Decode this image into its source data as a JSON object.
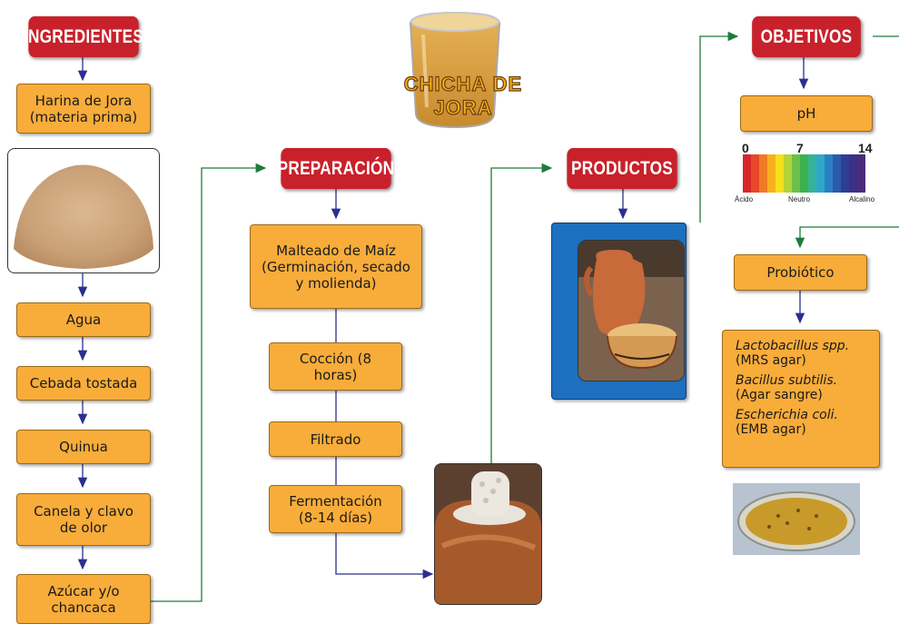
{
  "title": "CHICHA DE JORA",
  "headers": {
    "ingredientes": "INGREDIENTES",
    "preparacion": "PREPARACIÓN",
    "productos": "PRODUCTOS",
    "objetivos": "OBJETIVOS"
  },
  "ingredientes": {
    "harina": "Harina de Jora (materia prima)",
    "agua": "Agua",
    "cebada": "Cebada tostada",
    "quinua": "Quinua",
    "canela": "Canela y clavo de olor",
    "azucar": "Azúcar y/o chancaca"
  },
  "preparacion": {
    "malteado": "Malteado de Maíz (Germinación, secado y molienda)",
    "coccion": "Cocción (8 horas)",
    "filtrado": "Filtrado",
    "fermentacion": "Fermentación (8-14 días)"
  },
  "objetivos": {
    "ph": "pH",
    "ph_scale": {
      "min": "0",
      "mid": "7",
      "max": "14",
      "acid": "Ácido",
      "neutral": "Neutro",
      "alkaline": "Alcalino"
    },
    "probiotico": "Probiótico",
    "bacteria": [
      {
        "name": "Lactobacillus spp.",
        "medium": "(MRS agar)"
      },
      {
        "name": "Bacillus subtilis.",
        "medium": "(Agar sangre)"
      },
      {
        "name": "Escherichia coli.",
        "medium": "(EMB agar)"
      }
    ]
  },
  "colors": {
    "header_red": "#c8212b",
    "box_orange": "#f8ac3a",
    "arrow_blue": "#2b2f8f",
    "line_green": "#1f7a3a",
    "product_frame_blue": "#1d6fc0"
  },
  "ph_colors": [
    "#d7262b",
    "#e8472a",
    "#f07a22",
    "#f8b01c",
    "#f4e21a",
    "#b5d334",
    "#6cc04a",
    "#3bb34a",
    "#35b29a",
    "#2ea8c6",
    "#2a7fc3",
    "#2a5aa9",
    "#2c3f95",
    "#3d2f86",
    "#4b2a7c"
  ]
}
